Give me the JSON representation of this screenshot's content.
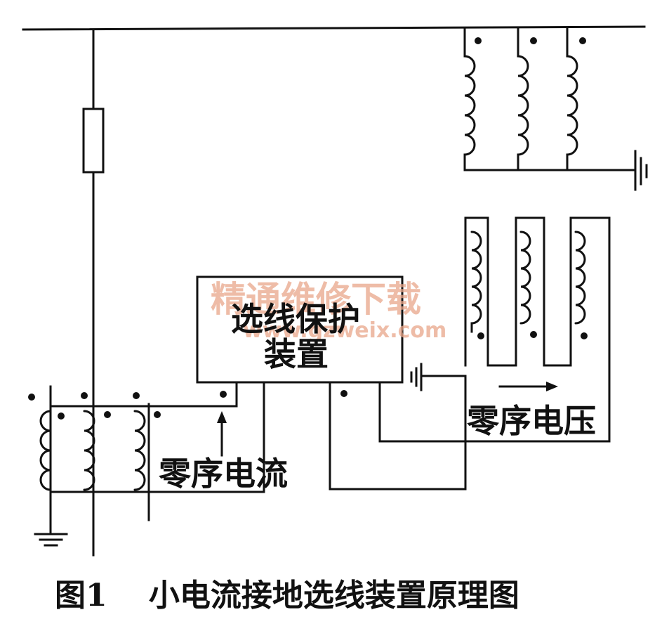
{
  "diagram": {
    "device_label_line1": "选线保护",
    "device_label_line2": "装置",
    "zero_seq_current_label": "零序电流",
    "zero_seq_voltage_label": "零序电压",
    "caption": "图1　 小电流接地选线装置原理图",
    "watermark_line1": "精通维修下载",
    "watermark_line2": "www.gzweix.com",
    "colors": {
      "ink": "#111111",
      "watermark": "#e8a58a"
    }
  }
}
